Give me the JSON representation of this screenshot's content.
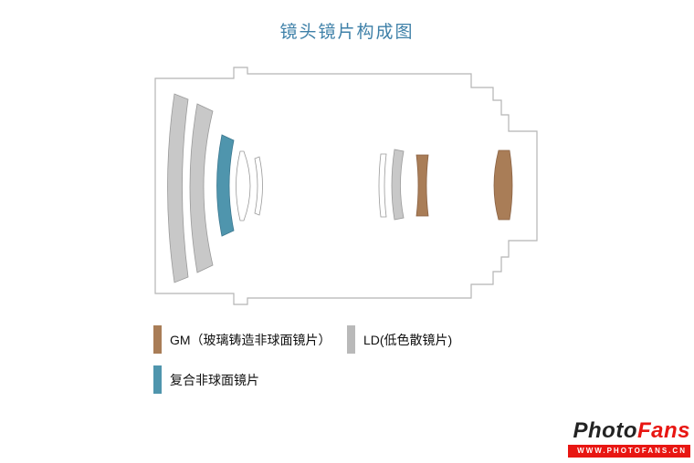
{
  "title": {
    "text": "镜头镜片构成图",
    "color": "#3e80a8"
  },
  "legend": {
    "items": [
      {
        "id": "gm",
        "label": "GM（玻璃铸造非球面镜片）",
        "color": "#a97d57"
      },
      {
        "id": "ld",
        "label": "LD(低色散镜片)",
        "color": "#b9b9b9"
      },
      {
        "id": "composite",
        "label": "复合非球面镜片",
        "color": "#4f95ad"
      }
    ]
  },
  "diagram": {
    "barrel_stroke": "#b5b5b5",
    "glass_color": "#c8c8c8",
    "glass_stroke": "#9a9a9a",
    "white_glass": "#ffffff",
    "gm_color": "#a97d57",
    "gm_stroke": "#8a6244",
    "composite_color": "#4f95ad",
    "composite_stroke": "#3c7890"
  },
  "logo": {
    "name_black": "Photo",
    "name_red": "Fans",
    "black": "#232323",
    "red": "#e81612",
    "banner_text": "WWW.PHOTOFANS.CN",
    "banner_bg": "#e81612",
    "banner_text_color": "#ffffff"
  }
}
